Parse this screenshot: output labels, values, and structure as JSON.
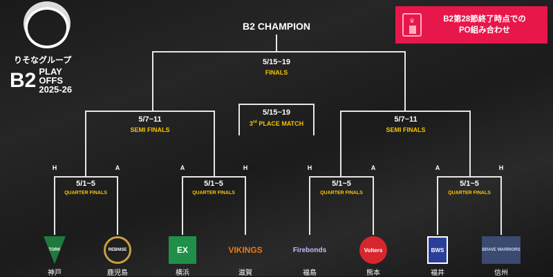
{
  "brand": {
    "sponsor": "りそなグループ",
    "title_b2": "B2",
    "title_line1": "PLAY OFFS",
    "title_line2": "2025-26"
  },
  "banner": {
    "line1": "B2第28節終了時点での",
    "line2": "PO組み合わせ",
    "icon": "trophy-hoop-icon"
  },
  "champion": "B2 CHAMPION",
  "finals": {
    "date": "5/15~19",
    "label": "FINALS"
  },
  "third": {
    "date": "5/15~19",
    "label_pre": "3",
    "label_sup": "rd",
    "label_post": " PLACE MATCH"
  },
  "semis": [
    {
      "date": "5/7~11",
      "label": "SEMI FINALS"
    },
    {
      "date": "5/7~11",
      "label": "SEMI FINALS"
    }
  ],
  "quarters": [
    {
      "date": "5/1~5",
      "label": "QUARTER FINALS"
    },
    {
      "date": "5/1~5",
      "label": "QUARTER FINALS"
    },
    {
      "date": "5/1~5",
      "label": "QUARTER FINALS"
    },
    {
      "date": "5/1~5",
      "label": "QUARTER FINALS"
    }
  ],
  "ha": [
    "H",
    "A",
    "A",
    "H",
    "H",
    "A",
    "A",
    "H"
  ],
  "teams": [
    {
      "name": "神戸",
      "logo": "STORKS",
      "color": "#1e7a3c"
    },
    {
      "name": "鹿児島",
      "logo": "REBNISE",
      "color": "#c8a040"
    },
    {
      "name": "横浜",
      "logo": "EX",
      "color": "#1f8f4a"
    },
    {
      "name": "滋賀",
      "logo": "VIKINGS",
      "color": "#f07a10"
    },
    {
      "name": "福島",
      "logo": "Firebonds",
      "color": "#7a3cc8"
    },
    {
      "name": "熊本",
      "logo": "Volters",
      "color": "#d8262e"
    },
    {
      "name": "福井",
      "logo": "BWS",
      "color": "#2a3f9a"
    },
    {
      "name": "信州",
      "logo": "BRAVE WARRIORS",
      "color": "#5a6a90"
    }
  ]
}
